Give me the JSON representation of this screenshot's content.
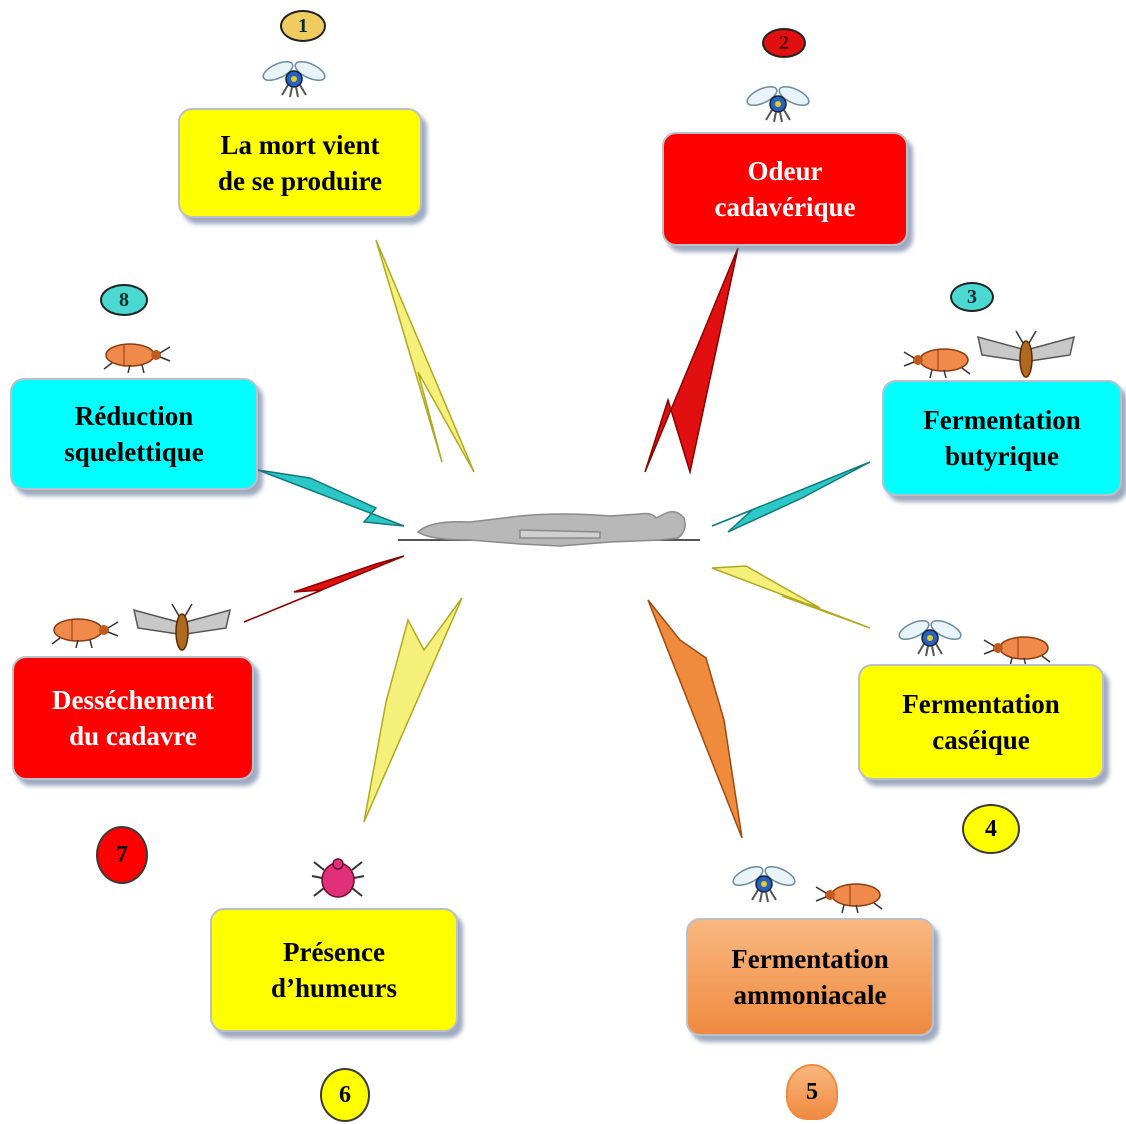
{
  "diagram": {
    "stages": [
      {
        "number": "1",
        "label": "La mort vient\nde se produire",
        "fill": "#ffff00",
        "insects": [
          "fly-icon"
        ]
      },
      {
        "number": "2",
        "label": "Odeur\ncadavérique",
        "fill": "#ff0000",
        "insects": [
          "fly-icon"
        ]
      },
      {
        "number": "3",
        "label": "Fermentation\nbutyrique",
        "fill": "#00ffff",
        "insects": [
          "beetle-icon",
          "moth-icon"
        ]
      },
      {
        "number": "4",
        "label": "Fermentation\ncaséique",
        "fill": "#ffff00",
        "insects": [
          "fly-icon",
          "beetle-icon"
        ]
      },
      {
        "number": "5",
        "label": "Fermentation\nammoniacale",
        "fill": "#f5a35f",
        "insects": [
          "fly-icon",
          "beetle-icon"
        ]
      },
      {
        "number": "6",
        "label": "Présence\nd’humeurs",
        "fill": "#ffff00",
        "insects": [
          "mite-icon"
        ]
      },
      {
        "number": "7",
        "label": "Desséchement\ndu cadavre",
        "fill": "#ff0000",
        "insects": [
          "beetle-icon",
          "moth-icon"
        ]
      },
      {
        "number": "8",
        "label": "Réduction\nsquelettique",
        "fill": "#00ffff",
        "insects": [
          "beetle-icon"
        ]
      }
    ],
    "center_figure": "lying-body-icon",
    "colors": {
      "yellow": "#ffff00",
      "red": "#ff0000",
      "cyan": "#00ffff",
      "orange": "#f5a35f",
      "bolt_yellow": "#f4f07a",
      "bolt_red": "#e01010",
      "bolt_cyan": "#2cc8c8",
      "bolt_orange": "#f08a3c"
    }
  }
}
